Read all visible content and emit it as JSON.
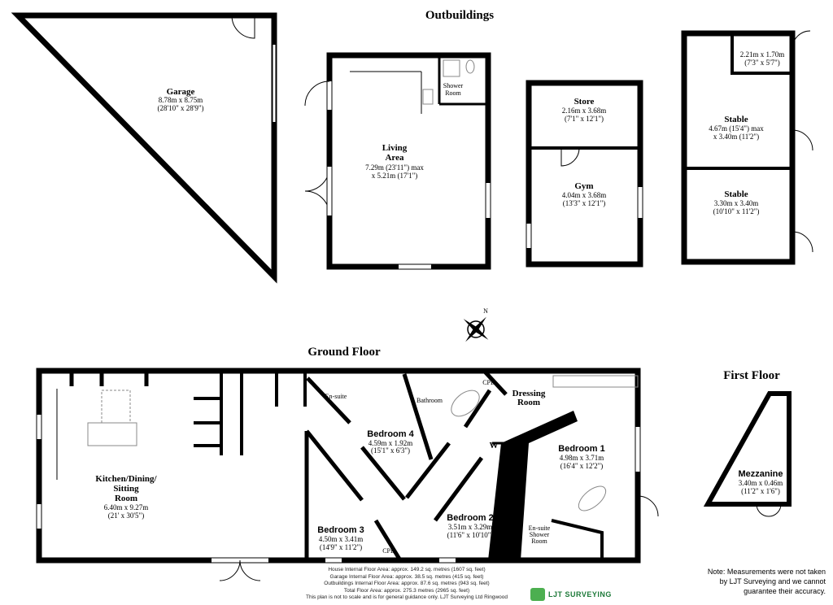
{
  "headings": {
    "outbuildings": "Outbuildings",
    "ground_floor": "Ground Floor",
    "first_floor": "First Floor"
  },
  "rooms": {
    "garage": {
      "name": "Garage",
      "metric": "8.78m x 8.75m",
      "imperial": "(28'10\" x 28'9\")"
    },
    "living": {
      "name1": "Living",
      "name2": "Area",
      "metric": "7.29m (23'11\") max",
      "imperial": "x 5.21m (17'1\")"
    },
    "shower": {
      "name1": "Shower",
      "name2": "Room"
    },
    "store": {
      "name": "Store",
      "metric": "2.16m x 3.68m",
      "imperial": "(7'1\" x 12'1\")"
    },
    "gym": {
      "name": "Gym",
      "metric": "4.04m x 3.68m",
      "imperial": "(13'3\" x 12'1\")"
    },
    "stable_small": {
      "metric": "2.21m x 1.70m",
      "imperial": "(7'3\" x 5'7\")"
    },
    "stable1": {
      "name": "Stable",
      "metric": "4.67m (15'4\") max",
      "imperial": "x 3.40m (11'2\")"
    },
    "stable2": {
      "name": "Stable",
      "metric": "3.30m x 3.40m",
      "imperial": "(10'10\" x 11'2\")"
    },
    "kitchen": {
      "name1": "Kitchen/Dining/",
      "name2": "Sitting",
      "name3": "Room",
      "metric": "6.40m x 9.27m",
      "imperial": "(21' x 30'5\")"
    },
    "ensuite": {
      "name": "En-suite"
    },
    "bathroom": {
      "name": "Bathroom"
    },
    "cpd": "CPD",
    "wardrobe": "W",
    "dressing": {
      "name1": "Dressing",
      "name2": "Room"
    },
    "bedroom4": {
      "name": "Bedroom 4",
      "metric": "4.59m x 1.92m",
      "imperial": "(15'1\" x 6'3\")"
    },
    "bedroom1": {
      "name": "Bedroom 1",
      "metric": "4.98m x 3.71m",
      "imperial": "(16'4\" x 12'2\")"
    },
    "bedroom2": {
      "name": "Bedroom 2",
      "metric": "3.51m x 3.29m",
      "imperial": "(11'6\" x 10'10\")"
    },
    "bedroom3": {
      "name": "Bedroom 3",
      "metric": "4.50m x 3.41m",
      "imperial": "(14'9\" x 11'2\")"
    },
    "ensuite_shower": {
      "name1": "En-suite",
      "name2": "Shower",
      "name3": "Room"
    },
    "mezzanine": {
      "name": "Mezzanine",
      "metric": "3.40m x 0.46m",
      "imperial": "(11'2\" x 1'6\")"
    }
  },
  "compass": {
    "label": "N"
  },
  "footer": {
    "lines": [
      "House Internal Floor Area: approx. 149.2 sq. metres (1607 sq. feet)",
      "Garage Internal Floor Area: approx. 38.5 sq. metres (415 sq. feet)",
      "Outbuildings Internal Floor Area: approx. 87.6 sq. metres (943 sq. feet)",
      "Total Floor Area: approx. 275.3 metres (2965 sq. feet)",
      "This plan is not to scale and is for general guidance only. LJT Surveying Ltd Ringwood"
    ],
    "logo_text": "LJT SURVEYING"
  },
  "note": {
    "lines": [
      "Note: Measurements were not taken",
      "by LJT Surveying and we cannot",
      "guarantee their accuracy."
    ]
  }
}
